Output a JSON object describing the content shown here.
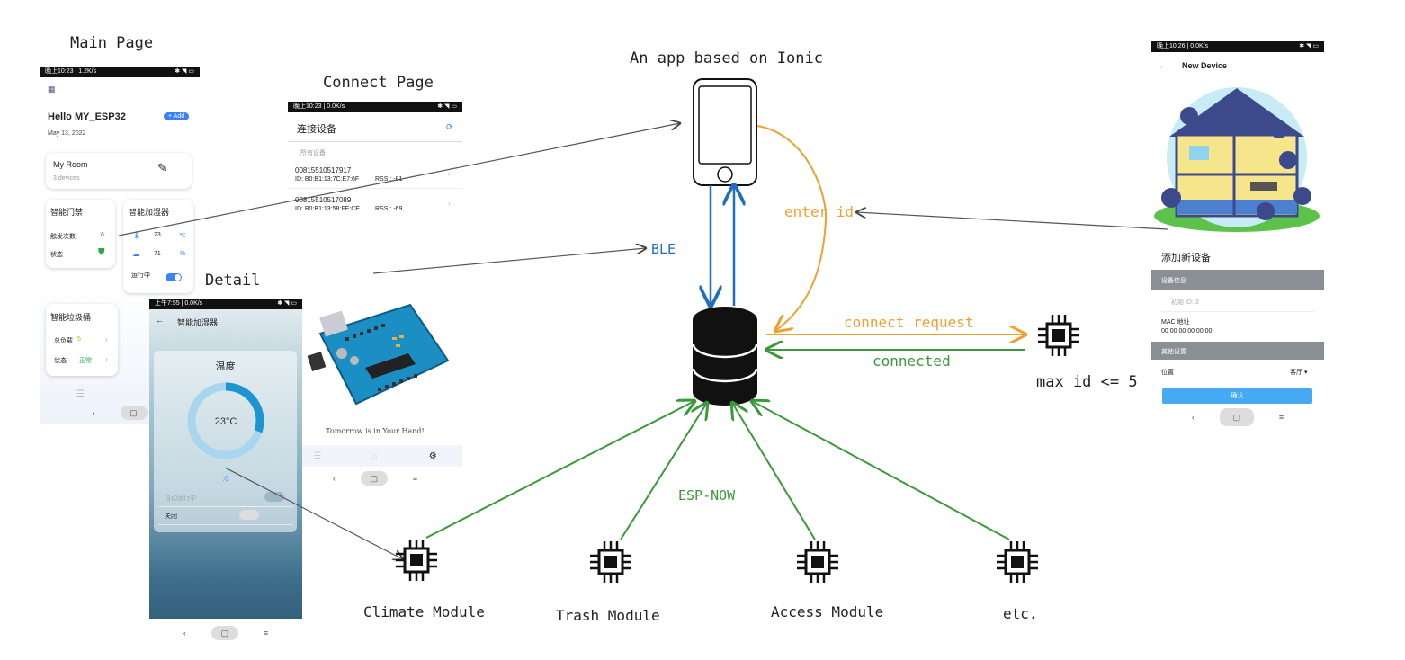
{
  "labels": {
    "main_page": "Main Page",
    "connect_page": "Connect Page",
    "detail": "Detail",
    "app_based": "An app based on Ionic",
    "ble": "BLE",
    "enter_id": "enter id",
    "connect_request": "connect request",
    "connected": "connected",
    "max_id": "max id <= 5",
    "esp_now": "ESP-NOW",
    "modules": [
      "Climate Module",
      "Trash Module",
      "Access Module",
      "etc."
    ]
  },
  "main_page": {
    "status_left": "晚上10:23 | 1.2K/s",
    "greeting": "Hello MY_ESP32",
    "add_label": "+ Add",
    "date": "May 13, 2022",
    "room_title": "My Room",
    "room_devices": "3 devices",
    "door_card_title": "智能门禁",
    "door_trigger_label": "触发次数",
    "door_trigger_value": "6",
    "door_status_label": "状态",
    "humidifier_title": "智能加湿器",
    "humidifier_temp": "23",
    "humidifier_temp_unit": "℃",
    "humidifier_hum": "71",
    "humidifier_hum_unit": "%",
    "humidifier_running": "运行中",
    "trash_title": "智能垃圾桶",
    "trash_load_label": "总负载",
    "trash_load_value": "5",
    "trash_status_label": "状态",
    "trash_status_value": "正常"
  },
  "connect_page": {
    "status_left": "晚上10:23 | 0.0K/s",
    "title": "连接设备",
    "section": "所有设备",
    "devices": [
      {
        "name": "00815510517917",
        "id": "ID: B0:B1:13:7C:E7:6F",
        "rssi": "RSSI: -81"
      },
      {
        "name": "00815510517089",
        "id": "ID: B0:B1:13:58:FE:CE",
        "rssi": "RSSI: -69"
      }
    ],
    "footer": "Tomorrow is in Your Hand!"
  },
  "detail_page": {
    "status_left": "上午7:55 | 0.0K/s",
    "title": "智能加湿器",
    "card_title": "温度",
    "gauge_value": "23°C",
    "gauge_fraction": 0.3,
    "auto_label": "自动运行中",
    "off_label": "关闭"
  },
  "new_device_page": {
    "status_left": "晚上10:26 | 0.0K/s",
    "title": "New Device",
    "heading": "添加新设备",
    "section_info": "设备信息",
    "initial_id": "初始 ID: 3",
    "mac_label": "MAC 地址",
    "mac_value": "00 00 00 00 00 00",
    "section_other": "其他设置",
    "location_label": "位置",
    "location_value": "客厅",
    "confirm": "确认"
  },
  "colors": {
    "ble_arrow": "#1f6fbf",
    "enter_id": "#f0a030",
    "esp_now": "#3a9a3a",
    "ionic_blue": "#3880ff"
  }
}
